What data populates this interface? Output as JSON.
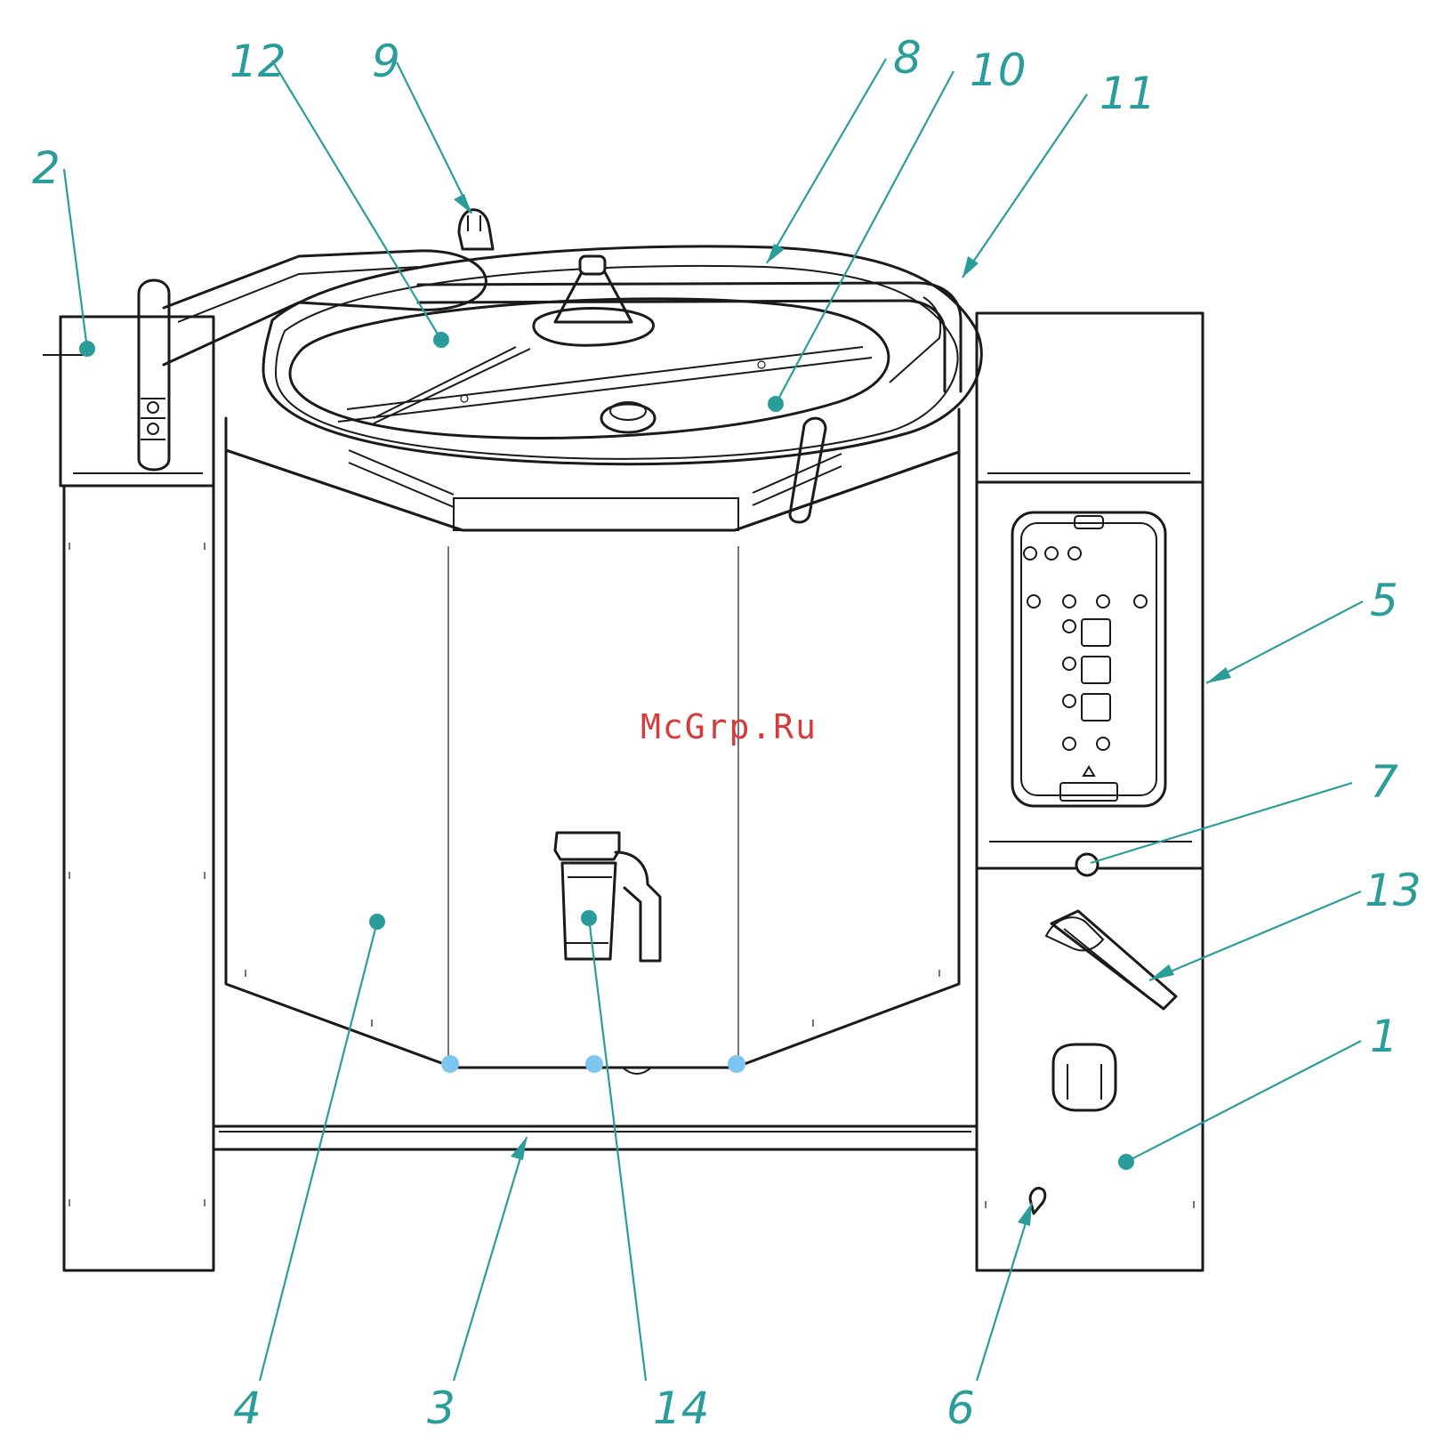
{
  "watermark": "McGrp.Ru",
  "colors": {
    "ink": "#1a1a1a",
    "callout": "#2a9d9a",
    "joint": "#7cc6ef",
    "watermark": "#d63a3a"
  },
  "callouts": [
    {
      "id": "1",
      "label": "1"
    },
    {
      "id": "2",
      "label": "2"
    },
    {
      "id": "3",
      "label": "3"
    },
    {
      "id": "4",
      "label": "4"
    },
    {
      "id": "5",
      "label": "5"
    },
    {
      "id": "6",
      "label": "6"
    },
    {
      "id": "7",
      "label": "7"
    },
    {
      "id": "8",
      "label": "8"
    },
    {
      "id": "9",
      "label": "9"
    },
    {
      "id": "10",
      "label": "10"
    },
    {
      "id": "11",
      "label": "11"
    },
    {
      "id": "12",
      "label": "12"
    },
    {
      "id": "13",
      "label": "13"
    },
    {
      "id": "14",
      "label": "14"
    }
  ]
}
